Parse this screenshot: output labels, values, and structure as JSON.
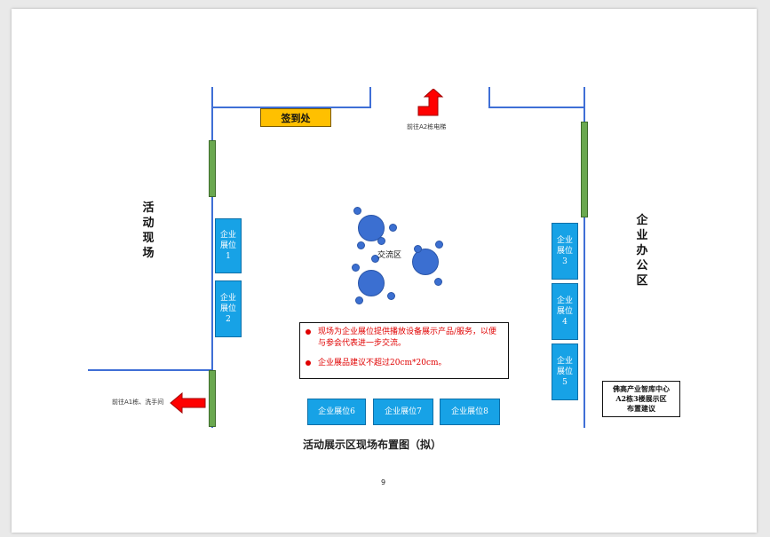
{
  "signin_label": "签到处",
  "to_a2_elevator": "前往A2栋电梯",
  "to_a1_restroom": "前往A1栋、洗手间",
  "activity_area": "活\n动\n现\n场",
  "office_area": "企\n业\n办\n公\n区",
  "exchange_area": "交流区",
  "booths_left": [
    "企业\n展位\n1",
    "企业\n展位\n2"
  ],
  "booths_right": [
    "企业\n展位\n3",
    "企业\n展位\n4",
    "企业\n展位\n5"
  ],
  "booths_bottom": [
    "企业展位6",
    "企业展位7",
    "企业展位8"
  ],
  "notes": [
    "现场为企业展位提供播放设备展示产品/服务，以便与参会代表进一步交流。",
    "企业展品建议不超过20cm*20cm。"
  ],
  "info_box": "佛高产业智库中心\nA2栋3楼展示区\n布置建议",
  "caption": "活动展示区现场布置图（拟）",
  "page_number": "9",
  "colors": {
    "wall": "#3f6fd6",
    "booth": "#17a2e6",
    "pillar": "#6aa84f",
    "signin": "#ffc000",
    "arrow": "#ff0000",
    "note_text": "#e00000"
  }
}
